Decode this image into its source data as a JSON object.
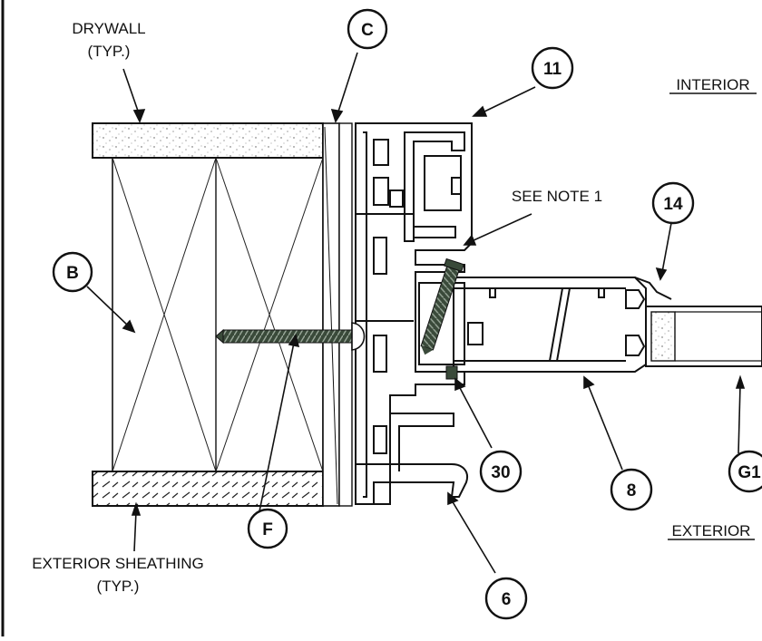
{
  "labels": {
    "drywall_line1": "DRYWALL",
    "drywall_line2": "(TYP.)",
    "interior": "INTERIOR",
    "exterior": "EXTERIOR",
    "see_note": "SEE NOTE 1",
    "sheathing_line1": "EXTERIOR SHEATHING",
    "sheathing_line2": "(TYP.)"
  },
  "tags": {
    "c": "C",
    "b": "B",
    "f": "F",
    "t11": "11",
    "t14": "14",
    "t30": "30",
    "t8": "8",
    "t6": "6",
    "g1": "G1"
  }
}
